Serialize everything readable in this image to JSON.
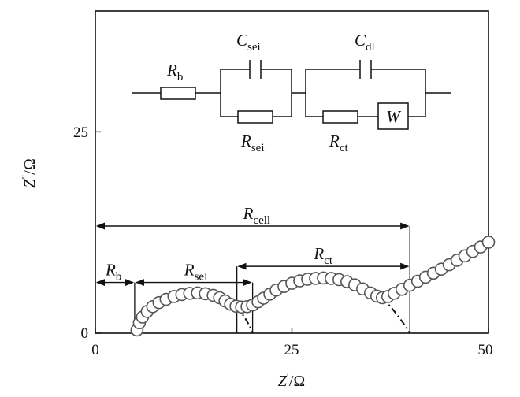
{
  "chart_data": {
    "type": "scatter",
    "xlim": [
      0,
      50
    ],
    "ylim": [
      0,
      40
    ],
    "x_ticks": [
      "0",
      "25",
      "50"
    ],
    "y_ticks": [
      "0",
      "25"
    ],
    "xlabel": {
      "main": "Z",
      "prime": "′",
      "unit": "/Ω"
    },
    "ylabel": {
      "main": "Z",
      "prime": "″",
      "unit": "/Ω"
    },
    "series": [
      {
        "points": [
          [
            5.3,
            0.4
          ],
          [
            5.6,
            1.3
          ],
          [
            6.0,
            2.0
          ],
          [
            6.6,
            2.7
          ],
          [
            7.3,
            3.3
          ],
          [
            8.1,
            3.8
          ],
          [
            9.0,
            4.2
          ],
          [
            10.0,
            4.55
          ],
          [
            11.0,
            4.8
          ],
          [
            12.0,
            4.95
          ],
          [
            13.0,
            5.0
          ],
          [
            14.0,
            4.9
          ],
          [
            15.0,
            4.7
          ],
          [
            15.8,
            4.4
          ],
          [
            16.5,
            4.0
          ],
          [
            17.2,
            3.6
          ],
          [
            17.9,
            3.35
          ],
          [
            18.6,
            3.25
          ],
          [
            19.3,
            3.3
          ],
          [
            20.0,
            3.5
          ],
          [
            20.7,
            3.9
          ],
          [
            21.4,
            4.35
          ],
          [
            22.2,
            4.85
          ],
          [
            23.0,
            5.35
          ],
          [
            24.0,
            5.8
          ],
          [
            25.0,
            6.2
          ],
          [
            26.0,
            6.5
          ],
          [
            27.0,
            6.7
          ],
          [
            28.0,
            6.8
          ],
          [
            29.0,
            6.85
          ],
          [
            30.0,
            6.8
          ],
          [
            31.0,
            6.65
          ],
          [
            32.0,
            6.4
          ],
          [
            33.0,
            6.0
          ],
          [
            34.0,
            5.5
          ],
          [
            35.0,
            5.0
          ],
          [
            35.8,
            4.6
          ],
          [
            36.5,
            4.4
          ],
          [
            37.2,
            4.55
          ],
          [
            38.0,
            4.95
          ],
          [
            39.0,
            5.45
          ],
          [
            40.0,
            5.95
          ],
          [
            41.0,
            6.45
          ],
          [
            42.0,
            6.95
          ],
          [
            43.0,
            7.45
          ],
          [
            44.0,
            7.95
          ],
          [
            45.0,
            8.5
          ],
          [
            46.0,
            9.05
          ],
          [
            47.0,
            9.6
          ],
          [
            48.0,
            10.15
          ],
          [
            49.0,
            10.7
          ],
          [
            50.0,
            11.3
          ]
        ]
      }
    ],
    "fit_arcs": [
      {
        "x_start": 18,
        "x_end": 20
      },
      {
        "x_start": 36.5,
        "x_end": 40
      }
    ],
    "vertical_markers": [
      5,
      18,
      20,
      40
    ],
    "annotations": [
      {
        "label": "R",
        "sub": "cell",
        "x_from": 0,
        "x_to": 40
      },
      {
        "label": "R",
        "sub": "b",
        "x_from": 0,
        "x_to": 5
      },
      {
        "label": "R",
        "sub": "sei",
        "x_from": 5,
        "x_to": 20
      },
      {
        "label": "R",
        "sub": "ct",
        "x_from": 18,
        "x_to": 40
      }
    ],
    "inset_circuit": {
      "elements": [
        {
          "label": "R",
          "sub": "b"
        },
        {
          "label": "C",
          "sub": "sei"
        },
        {
          "label": "R",
          "sub": "sei"
        },
        {
          "label": "C",
          "sub": "dl"
        },
        {
          "label": "R",
          "sub": "ct"
        },
        {
          "label": "W",
          "sub": ""
        }
      ]
    },
    "grid": false
  }
}
